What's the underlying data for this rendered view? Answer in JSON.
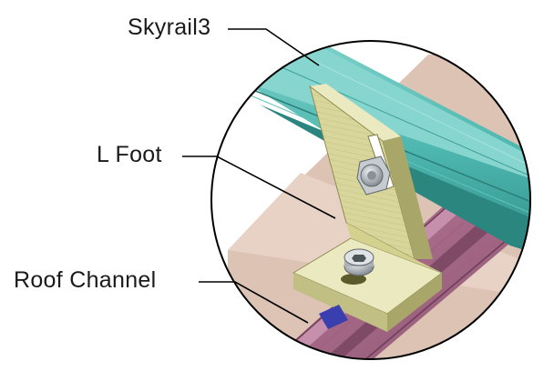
{
  "labels": {
    "skyrail": "Skyrail3",
    "l_foot": "L Foot",
    "roof_channel": "Roof Channel"
  },
  "colors": {
    "rail": "#4fb8b0",
    "rail_dark": "#2e8f89",
    "rail_light": "#86d6cf",
    "foot": "#d8d69a",
    "foot_dark": "#a9a66a",
    "foot_light": "#ebe9bf",
    "roof_base": "#dcc3b4",
    "channel": "#a86a8a",
    "channel_dark": "#7e4a66",
    "bolt": "#b9c0c4",
    "washer_blue": "#3a3fb0",
    "leader": "#000000",
    "circle": "#000000"
  }
}
